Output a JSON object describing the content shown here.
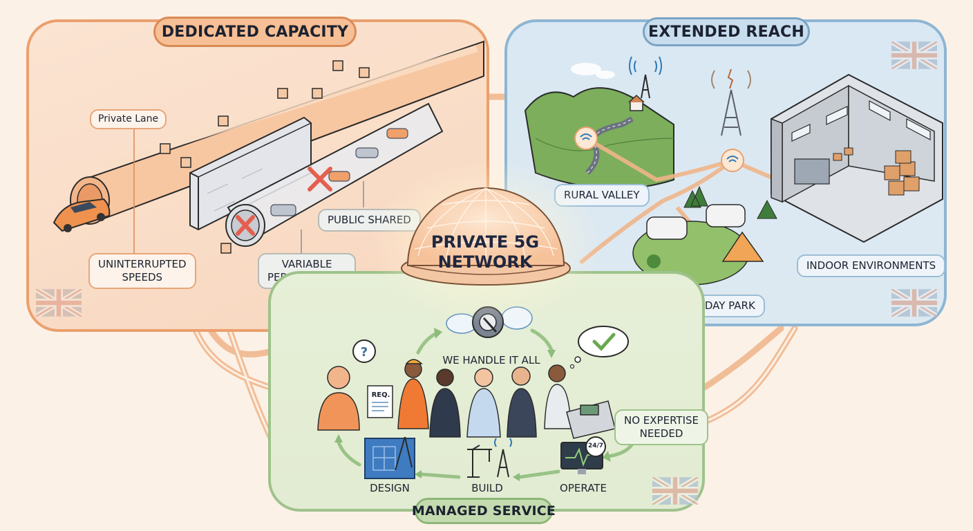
{
  "hub": {
    "title_line1": "PRIVATE 5G",
    "title_line2": "NETWORK",
    "icon": "dome-globe-icon"
  },
  "panels": {
    "dedicated_capacity": {
      "title": "DEDICATED CAPACITY",
      "accent_color": "#eba06d",
      "labels": {
        "private_lane": "Private Lane",
        "uninterrupted_l1": "UNINTERRUPTED",
        "uninterrupted_l2": "SPEEDS",
        "variable_l1": "VARIABLE",
        "variable_l2": "PERFORMANCE",
        "public_shared": "PUBLIC SHARED"
      },
      "icons": [
        "private-tunnel-icon",
        "sports-car-icon",
        "brick-wall-icon",
        "public-tunnel-icon",
        "blocked-x-icon",
        "data-packet-icon",
        "uk-flag-icon"
      ]
    },
    "extended_reach": {
      "title": "EXTENDED REACH",
      "accent_color": "#8db6d4",
      "labels": {
        "rural_valley": "RURAL VALLEY",
        "holiday_park": "HOLIDAY PARK",
        "indoor_environments": "INDOOR ENVIRONMENTS"
      },
      "icons": [
        "valley-hills-icon",
        "cell-tower-icon",
        "broken-signal-tower-icon",
        "secure-wifi-icon",
        "caravan-icon",
        "tent-icon",
        "factory-icon",
        "boxes-icon",
        "uk-flag-icon"
      ]
    },
    "managed_service": {
      "title": "MANAGED SERVICE",
      "accent_color": "#9fc28c",
      "headline": "WE HANDLE IT ALL",
      "callout_l1": "NO EXPERTISE",
      "callout_l2": "NEEDED",
      "req_doc": "REQ.",
      "clock_badge": "24/7",
      "steps": [
        {
          "label": "DESIGN",
          "icon": "blueprint-compass-icon"
        },
        {
          "label": "BUILD",
          "icon": "crane-tower-icon"
        },
        {
          "label": "OPERATE",
          "icon": "monitor-heartbeat-icon"
        }
      ],
      "icons": [
        "gear-wrench-cloud-icon",
        "question-bubble-icon",
        "check-thought-bubble-icon",
        "team-icon",
        "uk-flag-icon"
      ]
    }
  },
  "colors": {
    "background": "#fcf1e6",
    "orange": "#eba06d",
    "blue": "#8db6d4",
    "green": "#9fc28c",
    "text": "#1c2230",
    "wifi": "#2f78b5",
    "error_red": "#e86a5a"
  }
}
